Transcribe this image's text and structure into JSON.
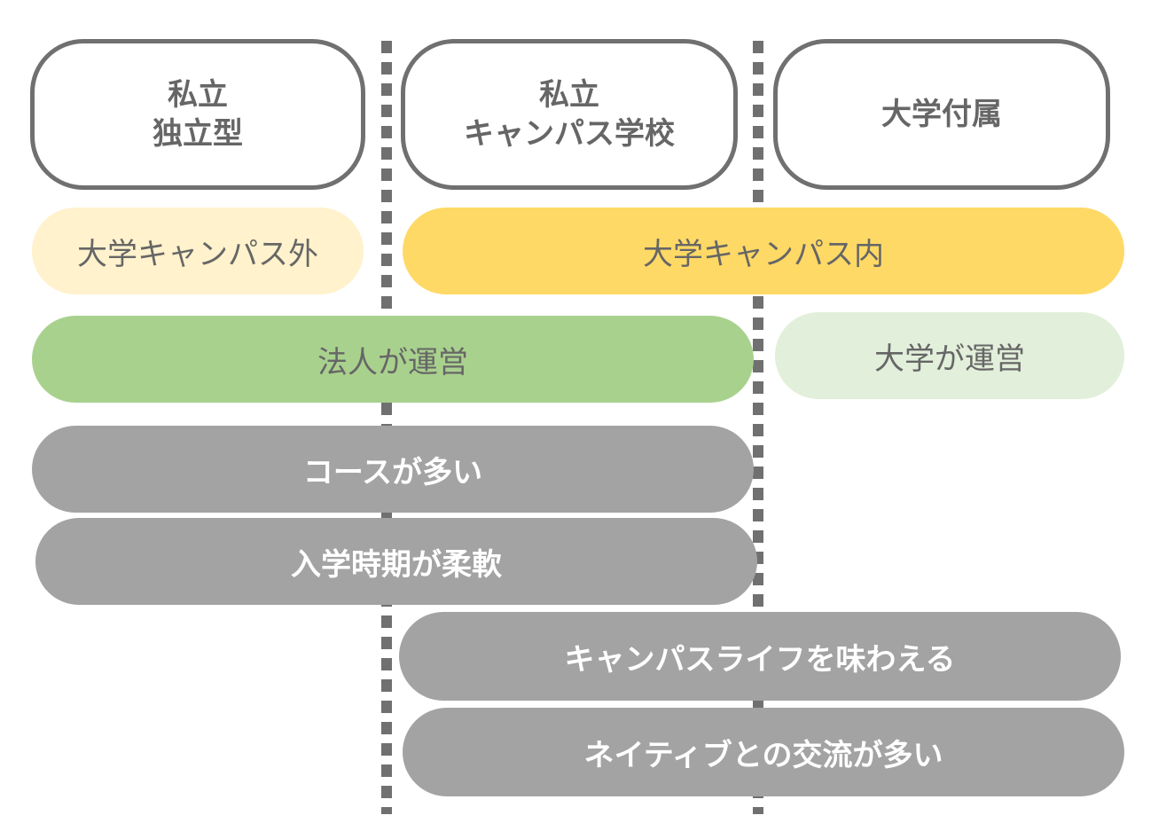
{
  "columns": [
    {
      "id": "private-independent",
      "label": "私立\n独立型"
    },
    {
      "id": "private-campus",
      "label": "私立\nキャンパス学校"
    },
    {
      "id": "university-affiliated",
      "label": "大学付属"
    }
  ],
  "rows": {
    "outside_campus": {
      "label": "大学キャンパス外"
    },
    "inside_campus": {
      "label": "大学キャンパス内"
    },
    "corp_run": {
      "label": "法人が運営"
    },
    "univ_run": {
      "label": "大学が運営"
    },
    "many_courses": {
      "label": "コースが多い"
    },
    "flexible_enroll": {
      "label": "入学時期が柔軟"
    },
    "campus_life": {
      "label": "キャンパスライフを味わえる"
    },
    "native_exchange": {
      "label": "ネイティブとの交流が多い"
    }
  },
  "colors": {
    "border": "#707070",
    "outside_campus": "#FFF2CC",
    "inside_campus": "#FFD966",
    "corp_run": "#A9D18E",
    "univ_run": "#E2EFDA",
    "feature": "#A3A3A3"
  }
}
